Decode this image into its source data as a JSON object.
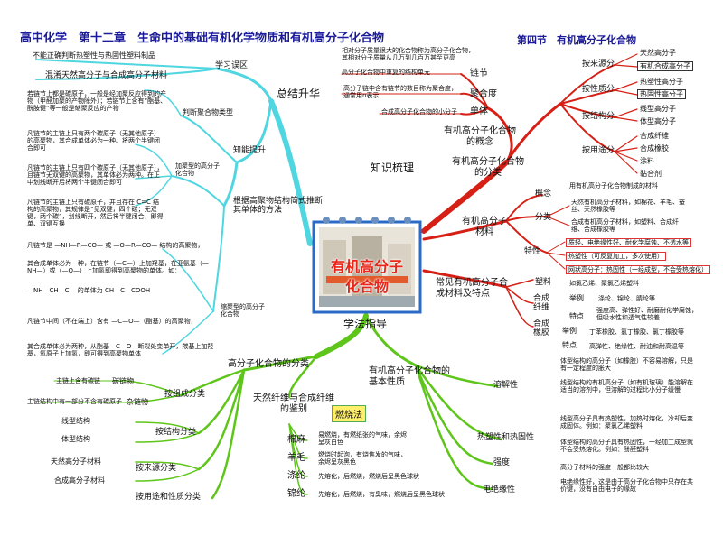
{
  "header": {
    "main": "高中化学　第十二章　生命中的基础有机化学物质和有机高分子化合物",
    "section": "第四节　有机高分子化合物"
  },
  "center": {
    "line1": "有机高分子",
    "line2": "化合物"
  },
  "branches": {
    "summary": "总结升华",
    "knowledge": "知识梳理",
    "method": "学法指导"
  },
  "summary": {
    "misread": "学习误区",
    "t1": "不能正确判断热塑性与热固性塑料制品",
    "t2": "混淆天然高分子与合成高分子材料",
    "improve": "知能提升",
    "judge": "判断聚合物类型",
    "judge_note": "若链节上都是碳原子，一般是经加聚反应得到的产物（甲醛加聚的产物除外）；若链节上含有“酯基、酰胺键”等一般是缩聚反应的产物",
    "method_title": "根据高聚物结构简式推断其单体的方法",
    "addition": "加聚型的高分子化合物",
    "add1": "凡链节的主链上只有两个碳原子（无其他原子）的高聚物，其合成单体必为一种。将两个半键闭合即可",
    "add2": "凡链节的主链上只有四个碳原子（无其他原子），且链节无双键的高聚物，其单体必为两种。在正中划线断开后将两个半键闭合即可",
    "add3": "凡链节的主链上只有碳原子，并且存在 C=C 结构的高聚物，其规律是“见双键，四个碳；无双键，两个碳”，划线断开，然后将半键闭合，即得单、双键互换",
    "condensation": "缩聚型的高分子化合物",
    "cond1": "凡链节是 —NH—R—CO— 或 —O—R—CO— 结构的高聚物，",
    "cond2": "其合成单体必为一种，在链节（—C—）上加羟基，在亚氨基（—NH—）或（—O—）上加氢即得到高聚物的单体。如：",
    "cond3": "—NH—CH—C— 的单体为 CH—C—COOH",
    "cond4": "凡链节中间（不在端上）含有 —C—O—（酯基）的高聚物，",
    "cond5": "其合成单体必为两种，从酯基—C—O—断裂处变单开，羰基上加羟基，氧原子上加氢，即可得到高聚物单体"
  },
  "knowledge": {
    "concept": "有机高分子化合物的概念",
    "chainlink": "链节",
    "chainlink_note": "高分子化合物中重复的结构单元",
    "degree": "聚合度",
    "degree_note": "高分子链中含有链节的数目称为聚合度，通常用n表示",
    "monomer": "单体",
    "monomer_note": "合成高分子化合物的小分子",
    "mw_note": "相对分子质量很大的化合物称为高分子化合物，其相对分子质量从几万到几百万甚至更高",
    "classify": "有机高分子化合物的分类",
    "by_source": "按来源分",
    "natural": "天然高分子",
    "synthetic": "有机合成高分子",
    "by_property": "按性质分",
    "thermoplastic": "热塑性高分子",
    "thermoset": "热固性高分子",
    "by_structure": "按结构分",
    "linear": "线型高分子",
    "network": "体型高分子",
    "by_use": "按用途分",
    "plastic": "合成纤维",
    "rubber": "合成橡胶",
    "coating": "涂料",
    "adhesive": "黏合剂",
    "materials": "有机高分子材料",
    "concept2": "概念",
    "concept2_note": "用有机高分子化合物制成的材料",
    "types": "分类",
    "types1": "天然有机高分子材料，如棉花、羊毛、蚕丝、天然橡胶等",
    "types2": "合成有机高分子材料，如塑料、合成纤维、合成橡胶等",
    "features": "特性",
    "feat1": "质轻、电绝缘性好、耐化学腐蚀、不透水等",
    "feat2": "热塑性（可反复加工，多次使用）",
    "feat3": "网状高分子：热固性（一经成型，不会受热熔化）",
    "common": "常见有机高分子合成材料及特点",
    "plastics": "塑料",
    "plastics_note": "如氯乙烯、聚氯乙烯塑料",
    "fiber": "合成纤维",
    "fiber_ex_label": "举例",
    "fiber_ex": "涤纶、锦纶、腈纶等",
    "fiber_feat_label": "特点",
    "fiber_feat": "强度高、弹性好、耐磨耐化学腐蚀，但吸水性和透气性较差",
    "rubber2": "合成橡胶",
    "rubber_ex_label": "举例",
    "rubber_ex": "丁苯橡胶、氯丁橡胶、氯丁橡胶等",
    "rubber_feat_label": "特点",
    "rubber_feat": "高弹性、绝缘性、耐油和耐高温等"
  },
  "method": {
    "classification": "高分子化合物的分类",
    "by_composition": "按组成分类",
    "carbon_chain": "碳链物",
    "carbon_chain_note": "主链上含有碳链",
    "hetero_chain": "杂链物",
    "hetero_chain_note": "主链结构中有一部分不含有碳原子",
    "by_structure": "按结构分类",
    "linear": "线型结构",
    "network": "体型结构",
    "by_source": "按来源分类",
    "natural": "天然高分子材料",
    "synthetic": "合成高分子材料",
    "by_use": "按用途和性质分类",
    "fiber_id": "天然纤维与合成纤维的鉴别",
    "burn": "燃烧法",
    "cotton": "棉麻",
    "cotton_note": "易燃烧，有燃纸张的气味，余烬呈灰白色",
    "wool": "羊毛",
    "wool_note": "燃烧时起泡，有烧焦发的气味，余烬呈灰黑色",
    "polyester": "涤纶",
    "polyester_note": "先熔化，后燃烧，燃烧后呈黑色球状",
    "nylon": "锦纶",
    "nylon_note": "先熔化，后燃烧，有臭味，燃烧后呈黑色球状",
    "properties": "有机高分子化合物的基本性质",
    "solubility": "溶解性",
    "sol1": "体型结构的高分子（如橡胶）不容易溶解，只是有一定程度的胀大",
    "sol2": "线型结构的有机高分子（如有机玻璃）能溶解在适当的溶剂中，但溶解的过程比小分子缓慢",
    "thermal": "热塑性和热固性",
    "th1": "线型高分子具有热塑性，加热时熔化，冷却后变成固体。例如：聚氯乙烯塑料",
    "th2": "体型结构的高分子具有热固性，一经加工成型就不会受热熔化。例如：酚醛塑料",
    "strength": "强度",
    "strength_note": "高分子材料的强度一般都比较大",
    "insulation": "电绝缘性",
    "insulation_note": "电绝缘性好，这是由于高分子化合物中只存在共价键，没有自由电子的缘故"
  },
  "colors": {
    "summary_branch": "#4fd6e0",
    "knowledge_branch": "#d62016",
    "method_branch": "#5ec51a",
    "title": "#1a1a9a"
  }
}
